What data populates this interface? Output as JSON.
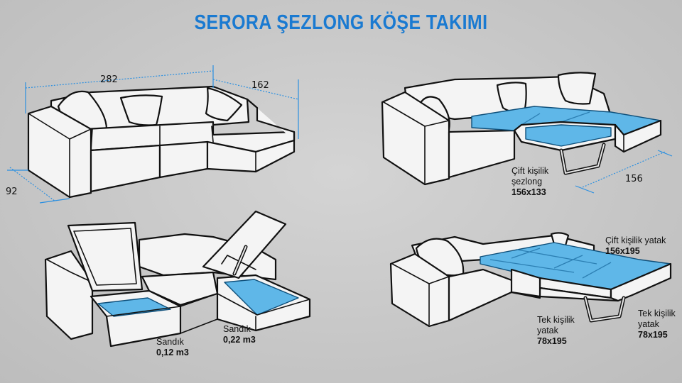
{
  "title": "SERORA ŞEZLONG KÖŞE TAKIMI",
  "panel_top_left": {
    "dim_width": "282",
    "dim_chaise": "162",
    "dim_depth": "92"
  },
  "panel_top_right": {
    "bed_label_line1": "Çift kişilik",
    "bed_label_line2": "şezlong",
    "bed_label_size": "156x133",
    "dim_length": "156"
  },
  "panel_bottom_left": {
    "storage_small_label": "Sandık",
    "storage_small_volume": "0,12 m3",
    "storage_large_label": "Sandık",
    "storage_large_volume": "0,22 m3"
  },
  "panel_bottom_right": {
    "double_bed_label": "Çift kişilik yatak",
    "double_bed_size": "156x195",
    "single_bed_left_line1": "Tek kişilik",
    "single_bed_left_line2": "yatak",
    "single_bed_left_size": "78x195",
    "single_bed_right_line1": "Tek kişilik",
    "single_bed_right_line2": "yatak",
    "single_bed_right_size": "78x195"
  },
  "colors": {
    "title": "#1a7ad1",
    "highlight_blue": "#5fb7e8",
    "dimension_line": "#2a8fe0",
    "background": "#c9c9c9"
  }
}
